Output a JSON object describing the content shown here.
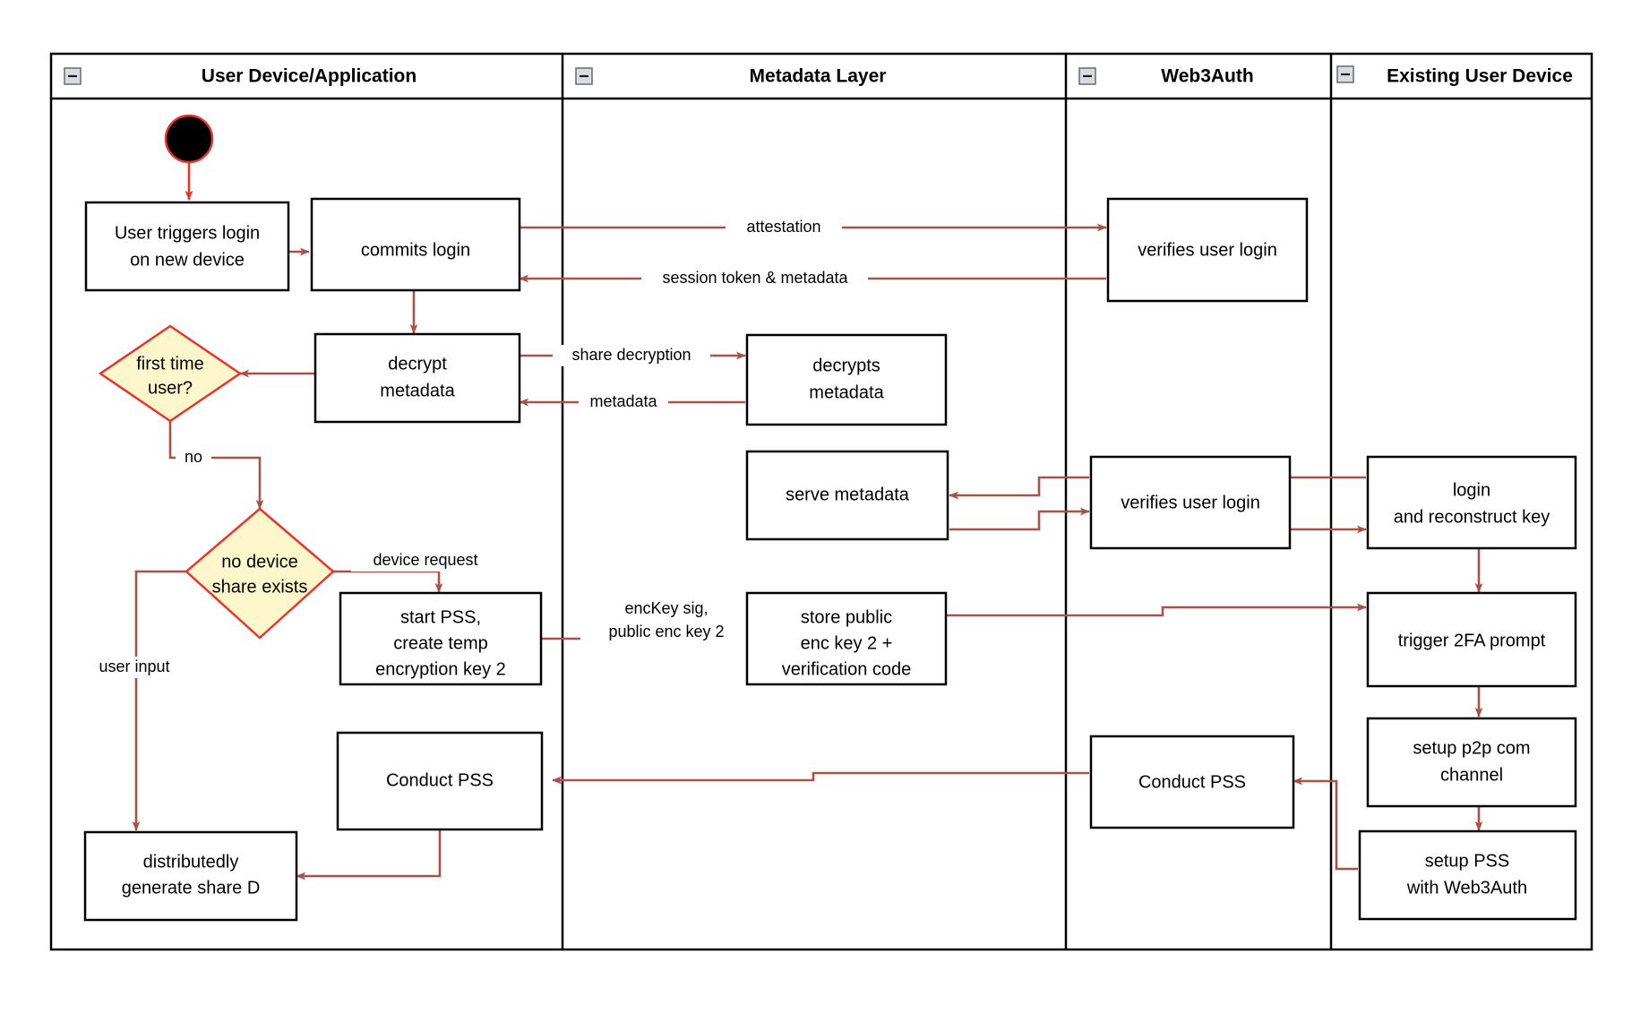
{
  "diagram": {
    "type": "uml-activity-swimlane",
    "title": "Web3Auth new-device login and PSS key recovery flow",
    "colors": {
      "flow_arrow": "#A95248",
      "start_arrow": "#E8352B",
      "decision_fill": "#FFF7CC",
      "decision_stroke": "#E8352B",
      "node_fill": "#FFFFFF",
      "node_stroke": "#000000",
      "lane_stroke": "#000000",
      "collapse_icon_fill": "#D8DCE0"
    },
    "lanes": [
      {
        "id": "lane-user-device",
        "label": "User Device/Application",
        "collapse_icon": "minus-icon"
      },
      {
        "id": "lane-metadata",
        "label": "Metadata Layer",
        "collapse_icon": "minus-icon"
      },
      {
        "id": "lane-web3auth",
        "label": "Web3Auth",
        "collapse_icon": "minus-icon"
      },
      {
        "id": "lane-existing-device",
        "label": "Existing User Device",
        "collapse_icon": "minus-icon"
      }
    ],
    "nodes": [
      {
        "id": "start",
        "kind": "initial-node",
        "lane": "lane-user-device",
        "label": ""
      },
      {
        "id": "user-triggers-login",
        "kind": "action",
        "lane": "lane-user-device",
        "lines": [
          "User triggers login",
          "on new device"
        ]
      },
      {
        "id": "commits-login",
        "kind": "action",
        "lane": "lane-user-device",
        "lines": [
          "commits login"
        ]
      },
      {
        "id": "decrypt-metadata",
        "kind": "action",
        "lane": "lane-user-device",
        "lines": [
          "decrypt",
          "metadata"
        ]
      },
      {
        "id": "first-time-user",
        "kind": "decision",
        "lane": "lane-user-device",
        "lines": [
          "first time",
          "user?"
        ]
      },
      {
        "id": "no-device-share-exists",
        "kind": "decision",
        "lane": "lane-user-device",
        "lines": [
          "no device",
          "share exists"
        ]
      },
      {
        "id": "start-pss-create-temp-key",
        "kind": "action",
        "lane": "lane-user-device",
        "lines": [
          "start PSS,",
          "create temp",
          "encryption key 2"
        ]
      },
      {
        "id": "conduct-pss-user",
        "kind": "action",
        "lane": "lane-user-device",
        "lines": [
          "Conduct PSS"
        ]
      },
      {
        "id": "distributedly-generate-share-d",
        "kind": "action",
        "lane": "lane-user-device",
        "lines": [
          "distributedly",
          "generate share D"
        ]
      },
      {
        "id": "decrypts-metadata",
        "kind": "action",
        "lane": "lane-metadata",
        "lines": [
          "decrypts",
          "metadata"
        ]
      },
      {
        "id": "serve-metadata",
        "kind": "action",
        "lane": "lane-metadata",
        "lines": [
          "serve metadata"
        ]
      },
      {
        "id": "store-public-enc-key-2",
        "kind": "action",
        "lane": "lane-metadata",
        "lines": [
          "store public",
          "enc key 2 +",
          "verification code"
        ]
      },
      {
        "id": "verifies-user-login-1",
        "kind": "action",
        "lane": "lane-web3auth",
        "lines": [
          "verifies user login"
        ]
      },
      {
        "id": "verifies-user-login-2",
        "kind": "action",
        "lane": "lane-web3auth",
        "lines": [
          "verifies user login"
        ]
      },
      {
        "id": "conduct-pss-web3auth",
        "kind": "action",
        "lane": "lane-web3auth",
        "lines": [
          "Conduct PSS"
        ]
      },
      {
        "id": "login-and-reconstruct-key",
        "kind": "action",
        "lane": "lane-existing-device",
        "lines": [
          "login",
          "and reconstruct key"
        ]
      },
      {
        "id": "trigger-2fa-prompt",
        "kind": "action",
        "lane": "lane-existing-device",
        "lines": [
          "trigger 2FA prompt"
        ]
      },
      {
        "id": "setup-p2p-com-channel",
        "kind": "action",
        "lane": "lane-existing-device",
        "lines": [
          "setup p2p com",
          "channel"
        ]
      },
      {
        "id": "setup-pss-with-web3auth",
        "kind": "action",
        "lane": "lane-existing-device",
        "lines": [
          "setup PSS",
          "with Web3Auth"
        ]
      }
    ],
    "edges": [
      {
        "id": "edge-start-to-trigger",
        "from": "start",
        "to": "user-triggers-login",
        "label": ""
      },
      {
        "id": "edge-trigger-to-commits",
        "from": "user-triggers-login",
        "to": "commits-login",
        "label": ""
      },
      {
        "id": "edge-commits-to-verify",
        "from": "commits-login",
        "to": "verifies-user-login-1",
        "label": "attestation"
      },
      {
        "id": "edge-verify-to-commits",
        "from": "verifies-user-login-1",
        "to": "commits-login",
        "label": "session token & metadata"
      },
      {
        "id": "edge-commits-to-decrypt",
        "from": "commits-login",
        "to": "decrypt-metadata",
        "label": ""
      },
      {
        "id": "edge-decrypt-to-decrypts",
        "from": "decrypt-metadata",
        "to": "decrypts-metadata",
        "label": "share decryption"
      },
      {
        "id": "edge-decrypts-to-decrypt",
        "from": "decrypts-metadata",
        "to": "decrypt-metadata",
        "label": "metadata"
      },
      {
        "id": "edge-decrypt-to-firsttime",
        "from": "decrypt-metadata",
        "to": "first-time-user",
        "label": ""
      },
      {
        "id": "edge-firsttime-to-nodeviceshare",
        "from": "first-time-user",
        "to": "no-device-share-exists",
        "label": "no"
      },
      {
        "id": "edge-nodeviceshare-to-startpss",
        "from": "no-device-share-exists",
        "to": "start-pss-create-temp-key",
        "label": "device request"
      },
      {
        "id": "edge-nodeviceshare-to-generateshare",
        "from": "no-device-share-exists",
        "to": "distributedly-generate-share-d",
        "label": "user input"
      },
      {
        "id": "edge-startpss-to-store",
        "from": "start-pss-create-temp-key",
        "to": "store-public-enc-key-2",
        "label": "encKey sig,\npublic enc key 2"
      },
      {
        "id": "edge-store-to-trigger2fa",
        "from": "store-public-enc-key-2",
        "to": "trigger-2fa-prompt",
        "label": ""
      },
      {
        "id": "edge-existinglogin-to-verify2",
        "from": "login-and-reconstruct-key",
        "to": "verifies-user-login-2",
        "label": ""
      },
      {
        "id": "edge-verify2-to-serve",
        "from": "verifies-user-login-2",
        "to": "serve-metadata",
        "label": ""
      },
      {
        "id": "edge-serve-to-verify2",
        "from": "serve-metadata",
        "to": "verifies-user-login-2",
        "label": ""
      },
      {
        "id": "edge-verify2-to-existinglogin",
        "from": "verifies-user-login-2",
        "to": "login-and-reconstruct-key",
        "label": ""
      },
      {
        "id": "edge-existinglogin-to-trigger2fa",
        "from": "login-and-reconstruct-key",
        "to": "trigger-2fa-prompt",
        "label": ""
      },
      {
        "id": "edge-trigger2fa-to-p2p",
        "from": "trigger-2fa-prompt",
        "to": "setup-p2p-com-channel",
        "label": ""
      },
      {
        "id": "edge-p2p-to-setuppss",
        "from": "setup-p2p-com-channel",
        "to": "setup-pss-with-web3auth",
        "label": ""
      },
      {
        "id": "edge-setuppss-to-conductpss-web3auth",
        "from": "setup-pss-with-web3auth",
        "to": "conduct-pss-web3auth",
        "label": ""
      },
      {
        "id": "edge-conductpss-web3auth-to-conductpss-user",
        "from": "conduct-pss-web3auth",
        "to": "conduct-pss-user",
        "label": ""
      },
      {
        "id": "edge-conductpss-user-to-generateshare",
        "from": "conduct-pss-user",
        "to": "distributedly-generate-share-d",
        "label": ""
      }
    ],
    "edge_labels": {
      "attestation": "attestation",
      "session_token_metadata": "session token & metadata",
      "share_decryption": "share decryption",
      "metadata": "metadata",
      "no": "no",
      "device_request": "device request",
      "user_input": "user input",
      "enckey_sig_line1": "encKey sig,",
      "enckey_sig_line2": "public enc key 2"
    },
    "node_text": {
      "user_triggers_login_l1": "User triggers login",
      "user_triggers_login_l2": "on new device",
      "commits_login": "commits login",
      "decrypt_metadata_l1": "decrypt",
      "decrypt_metadata_l2": "metadata",
      "first_time_user_l1": "first time",
      "first_time_user_l2": "user?",
      "no_device_share_l1": "no device",
      "no_device_share_l2": "share exists",
      "start_pss_l1": "start PSS,",
      "start_pss_l2": "create temp",
      "start_pss_l3": "encryption key 2",
      "conduct_pss_user": "Conduct PSS",
      "generate_share_d_l1": "distributedly",
      "generate_share_d_l2": "generate share D",
      "decrypts_metadata_l1": "decrypts",
      "decrypts_metadata_l2": "metadata",
      "serve_metadata": "serve metadata",
      "store_key_l1": "store public",
      "store_key_l2": "enc key 2 +",
      "store_key_l3": "verification code",
      "verifies_user_login_1": "verifies user login",
      "verifies_user_login_2": "verifies user login",
      "conduct_pss_web3auth": "Conduct PSS",
      "login_reconstruct_l1": "login",
      "login_reconstruct_l2": "and reconstruct key",
      "trigger_2fa": "trigger 2FA prompt",
      "setup_p2p_l1": "setup p2p com",
      "setup_p2p_l2": "channel",
      "setup_pss_l1": "setup PSS",
      "setup_pss_l2": "with Web3Auth"
    }
  }
}
